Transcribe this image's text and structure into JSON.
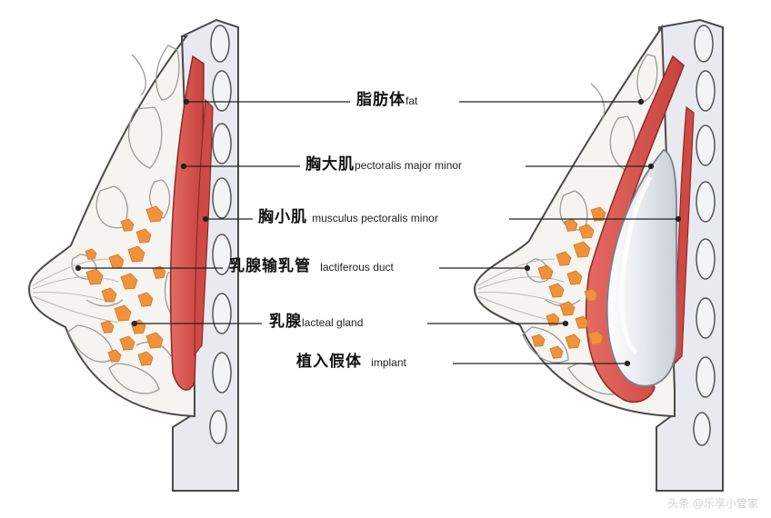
{
  "labels": [
    {
      "cn": "脂肪体",
      "en": "fat"
    },
    {
      "cn": "胸大肌",
      "en": "pectoralis major minor"
    },
    {
      "cn": "胸小肌",
      "en": "musculus pectoralis minor"
    },
    {
      "cn": "乳腺输乳管",
      "en": "lactiferous duct"
    },
    {
      "cn": "乳腺",
      "en": "lacteal gland"
    },
    {
      "cn": "植入假体",
      "en": "implant"
    }
  ],
  "watermark": "头条 @乐享小管家",
  "colors": {
    "muscle": "#d9534f",
    "muscle_dark": "#b23a36",
    "gland": "#f0923a",
    "outline": "#4a4a4a",
    "wall": "#e6e8ee",
    "skin": "#f4f2ee",
    "implant": "#dfe3ea"
  }
}
